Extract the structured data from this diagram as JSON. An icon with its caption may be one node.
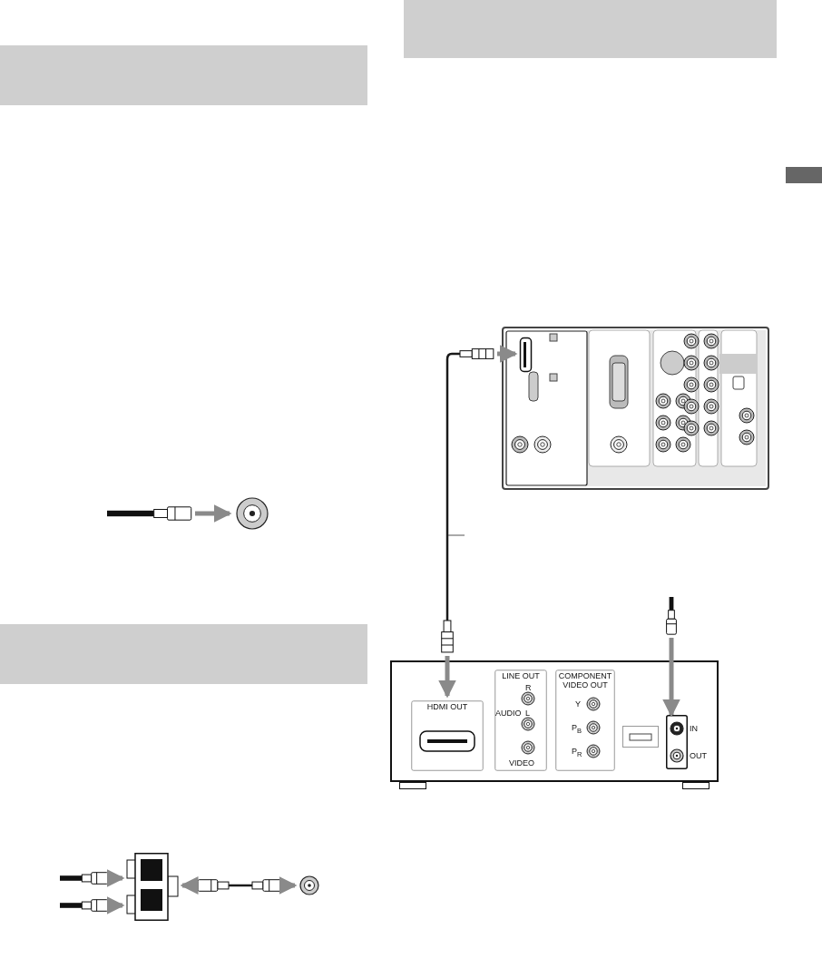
{
  "diagram": {
    "nodes": [
      {
        "text": [],
        "shape": "plug"
      },
      {
        "text": [],
        "shape": "circle"
      },
      {
        "text": [],
        "shape": "plug"
      },
      {
        "text": [],
        "shape": "plug"
      },
      {
        "text": [],
        "shape": "box"
      },
      {
        "text": [],
        "shape": "plug"
      },
      {
        "text": [],
        "shape": "plug"
      },
      {
        "text": [],
        "shape": "circle"
      },
      {
        "text": [],
        "shape": "box"
      },
      {
        "text": [],
        "shape": "box",
        "in": 8
      },
      {
        "text": [],
        "shape": "plug"
      },
      {
        "text": [],
        "shape": "plug"
      },
      {
        "text": [],
        "shape": "box"
      },
      {
        "text": [
          "HDMI OUT"
        ],
        "in": 12
      },
      {
        "text": [
          "LINE OUT",
          "R",
          "AUDIO",
          "L",
          "VIDEO"
        ],
        "in": 12
      },
      {
        "text": [
          "COMPONENT VIDEO OUT",
          "Y",
          "P$_{B}$",
          "P$_{R}$"
        ],
        "in": 12
      },
      {
        "text": [],
        "shape": "box",
        "in": 12
      },
      {
        "text": [],
        "shape": "box",
        "in": 12
      },
      {
        "text": [],
        "shape": "circle",
        "in": 17,
        "beside": [
          "IN"
        ]
      },
      {
        "text": [],
        "shape": "circle",
        "in": 17,
        "beside": [
          "OUT"
        ]
      },
      {
        "text": [],
        "shape": "plug"
      }
    ],
    "edges": [
      {
        "from": 0,
        "to": 1,
        "arrow": "to"
      },
      {
        "from": 2,
        "to": 4,
        "arrow": "to"
      },
      {
        "from": 3,
        "to": 4,
        "arrow": "to"
      },
      {
        "from": 5,
        "to": 4,
        "arrow": "to"
      },
      {
        "from": 5,
        "to": 6,
        "arrow": "none",
        "color": "#1a1a1a"
      },
      {
        "from": 6,
        "to": 7,
        "arrow": "to"
      },
      {
        "from": 10,
        "to": 9,
        "arrow": "to"
      },
      {
        "from": 10,
        "to": 11,
        "arrow": "none",
        "color": "#1a1a1a"
      },
      {
        "from": 11,
        "to": 13,
        "arrow": "to"
      },
      {
        "from": 20,
        "to": 18,
        "arrow": "to"
      }
    ]
  }
}
